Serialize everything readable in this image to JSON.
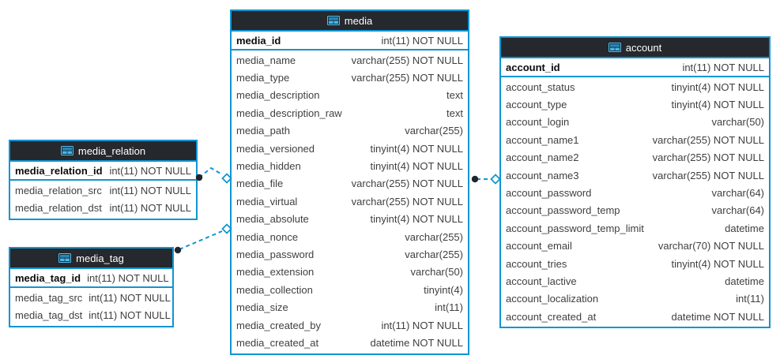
{
  "tables": [
    {
      "name": "media",
      "title": "media",
      "primary_key": {
        "name": "media_id",
        "type": "int(11) NOT NULL"
      },
      "columns": [
        {
          "name": "media_name",
          "type": "varchar(255) NOT NULL"
        },
        {
          "name": "media_type",
          "type": "varchar(255) NOT NULL"
        },
        {
          "name": "media_description",
          "type": "text"
        },
        {
          "name": "media_description_raw",
          "type": "text"
        },
        {
          "name": "media_path",
          "type": "varchar(255)"
        },
        {
          "name": "media_versioned",
          "type": "tinyint(4) NOT NULL"
        },
        {
          "name": "media_hidden",
          "type": "tinyint(4) NOT NULL"
        },
        {
          "name": "media_file",
          "type": "varchar(255) NOT NULL"
        },
        {
          "name": "media_virtual",
          "type": "varchar(255) NOT NULL"
        },
        {
          "name": "media_absolute",
          "type": "tinyint(4) NOT NULL"
        },
        {
          "name": "media_nonce",
          "type": "varchar(255)"
        },
        {
          "name": "media_password",
          "type": "varchar(255)"
        },
        {
          "name": "media_extension",
          "type": "varchar(50)"
        },
        {
          "name": "media_collection",
          "type": "tinyint(4)"
        },
        {
          "name": "media_size",
          "type": "int(11)"
        },
        {
          "name": "media_created_by",
          "type": "int(11) NOT NULL"
        },
        {
          "name": "media_created_at",
          "type": "datetime NOT NULL"
        }
      ]
    },
    {
      "name": "media_relation",
      "title": "media_relation",
      "primary_key": {
        "name": "media_relation_id",
        "type": "int(11) NOT NULL"
      },
      "columns": [
        {
          "name": "media_relation_src",
          "type": "int(11) NOT NULL"
        },
        {
          "name": "media_relation_dst",
          "type": "int(11) NOT NULL"
        }
      ]
    },
    {
      "name": "media_tag",
      "title": "media_tag",
      "primary_key": {
        "name": "media_tag_id",
        "type": "int(11) NOT NULL"
      },
      "columns": [
        {
          "name": "media_tag_src",
          "type": "int(11) NOT NULL"
        },
        {
          "name": "media_tag_dst",
          "type": "int(11) NOT NULL"
        }
      ]
    },
    {
      "name": "account",
      "title": "account",
      "primary_key": {
        "name": "account_id",
        "type": "int(11) NOT NULL"
      },
      "columns": [
        {
          "name": "account_status",
          "type": "tinyint(4) NOT NULL"
        },
        {
          "name": "account_type",
          "type": "tinyint(4) NOT NULL"
        },
        {
          "name": "account_login",
          "type": "varchar(50)"
        },
        {
          "name": "account_name1",
          "type": "varchar(255) NOT NULL"
        },
        {
          "name": "account_name2",
          "type": "varchar(255) NOT NULL"
        },
        {
          "name": "account_name3",
          "type": "varchar(255) NOT NULL"
        },
        {
          "name": "account_password",
          "type": "varchar(64)"
        },
        {
          "name": "account_password_temp",
          "type": "varchar(64)"
        },
        {
          "name": "account_password_temp_limit",
          "type": "datetime"
        },
        {
          "name": "account_email",
          "type": "varchar(70) NOT NULL"
        },
        {
          "name": "account_tries",
          "type": "tinyint(4) NOT NULL"
        },
        {
          "name": "account_lactive",
          "type": "datetime"
        },
        {
          "name": "account_localization",
          "type": "int(11)"
        },
        {
          "name": "account_created_at",
          "type": "datetime NOT NULL"
        }
      ]
    }
  ],
  "relations": [
    {
      "from": "media_relation",
      "to": "media",
      "line": "dashed",
      "from_marker": "dot",
      "to_marker": "open-diamond"
    },
    {
      "from": "media_tag",
      "to": "media",
      "line": "dashed",
      "from_marker": "dot",
      "to_marker": "open-diamond"
    },
    {
      "from": "media",
      "to": "account",
      "line": "dashed",
      "from_marker": "dot",
      "to_marker": "open-diamond"
    }
  ],
  "colors": {
    "table_border": "#1095d2",
    "header_bg": "#25282d",
    "header_text": "#ffffff",
    "row_text": "#3f3f3f",
    "pk_text": "#0b0b0b",
    "connector": "#1095d2",
    "canvas_bg": "#ffffff"
  }
}
